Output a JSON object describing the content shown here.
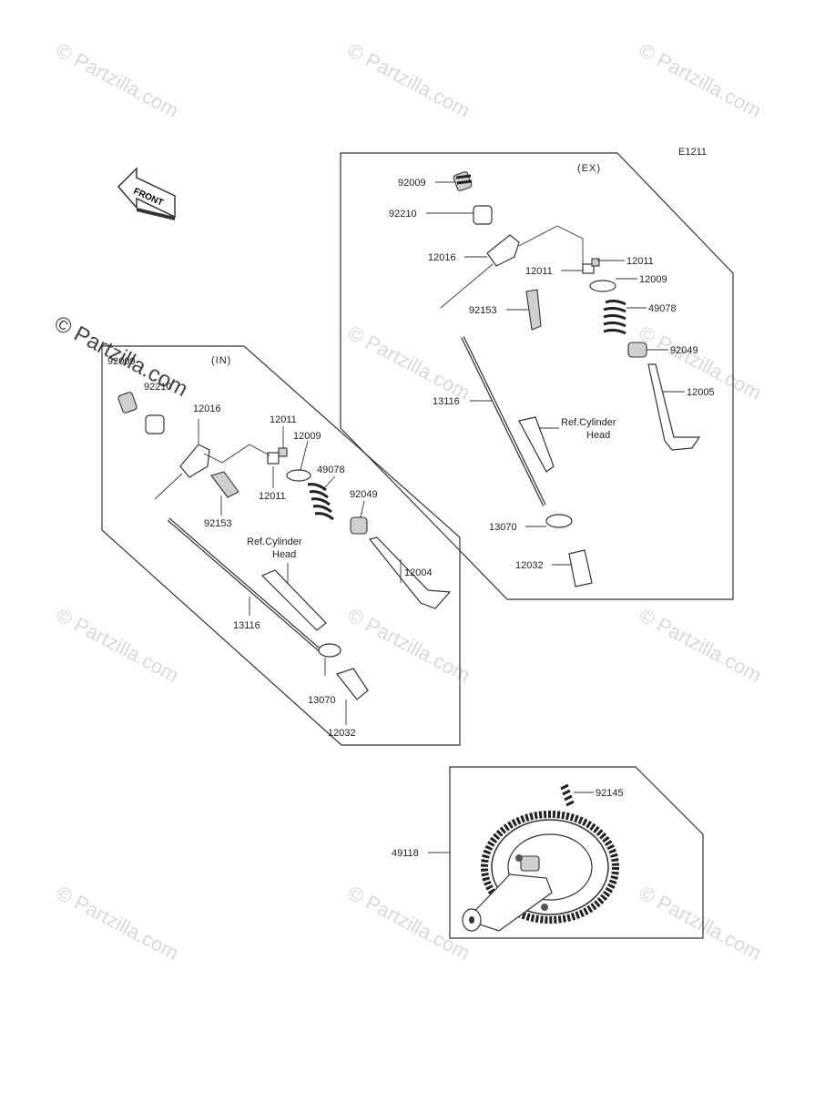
{
  "diagram_code": "E1211",
  "front_arrow_label": "FRONT",
  "watermark_text": "© Partzilla.com",
  "ex_group": {
    "title": "(EX)",
    "ref_label_line1": "Ref.Cylinder",
    "ref_label_line2": "Head",
    "parts": [
      "92009",
      "92210",
      "12016",
      "12011",
      "12011",
      "12009",
      "92153",
      "49078",
      "92049",
      "13116",
      "12005",
      "13070",
      "12032"
    ]
  },
  "in_group": {
    "title": "(IN)",
    "ref_label_line1": "Ref.Cylinder",
    "ref_label_line2": "Head",
    "parts": [
      "92009",
      "92210",
      "12016",
      "12011",
      "12009",
      "12011",
      "49078",
      "92049",
      "92153",
      "12004",
      "13116",
      "13070",
      "12032"
    ]
  },
  "cam_group": {
    "parts": [
      "92145",
      "49118"
    ]
  }
}
